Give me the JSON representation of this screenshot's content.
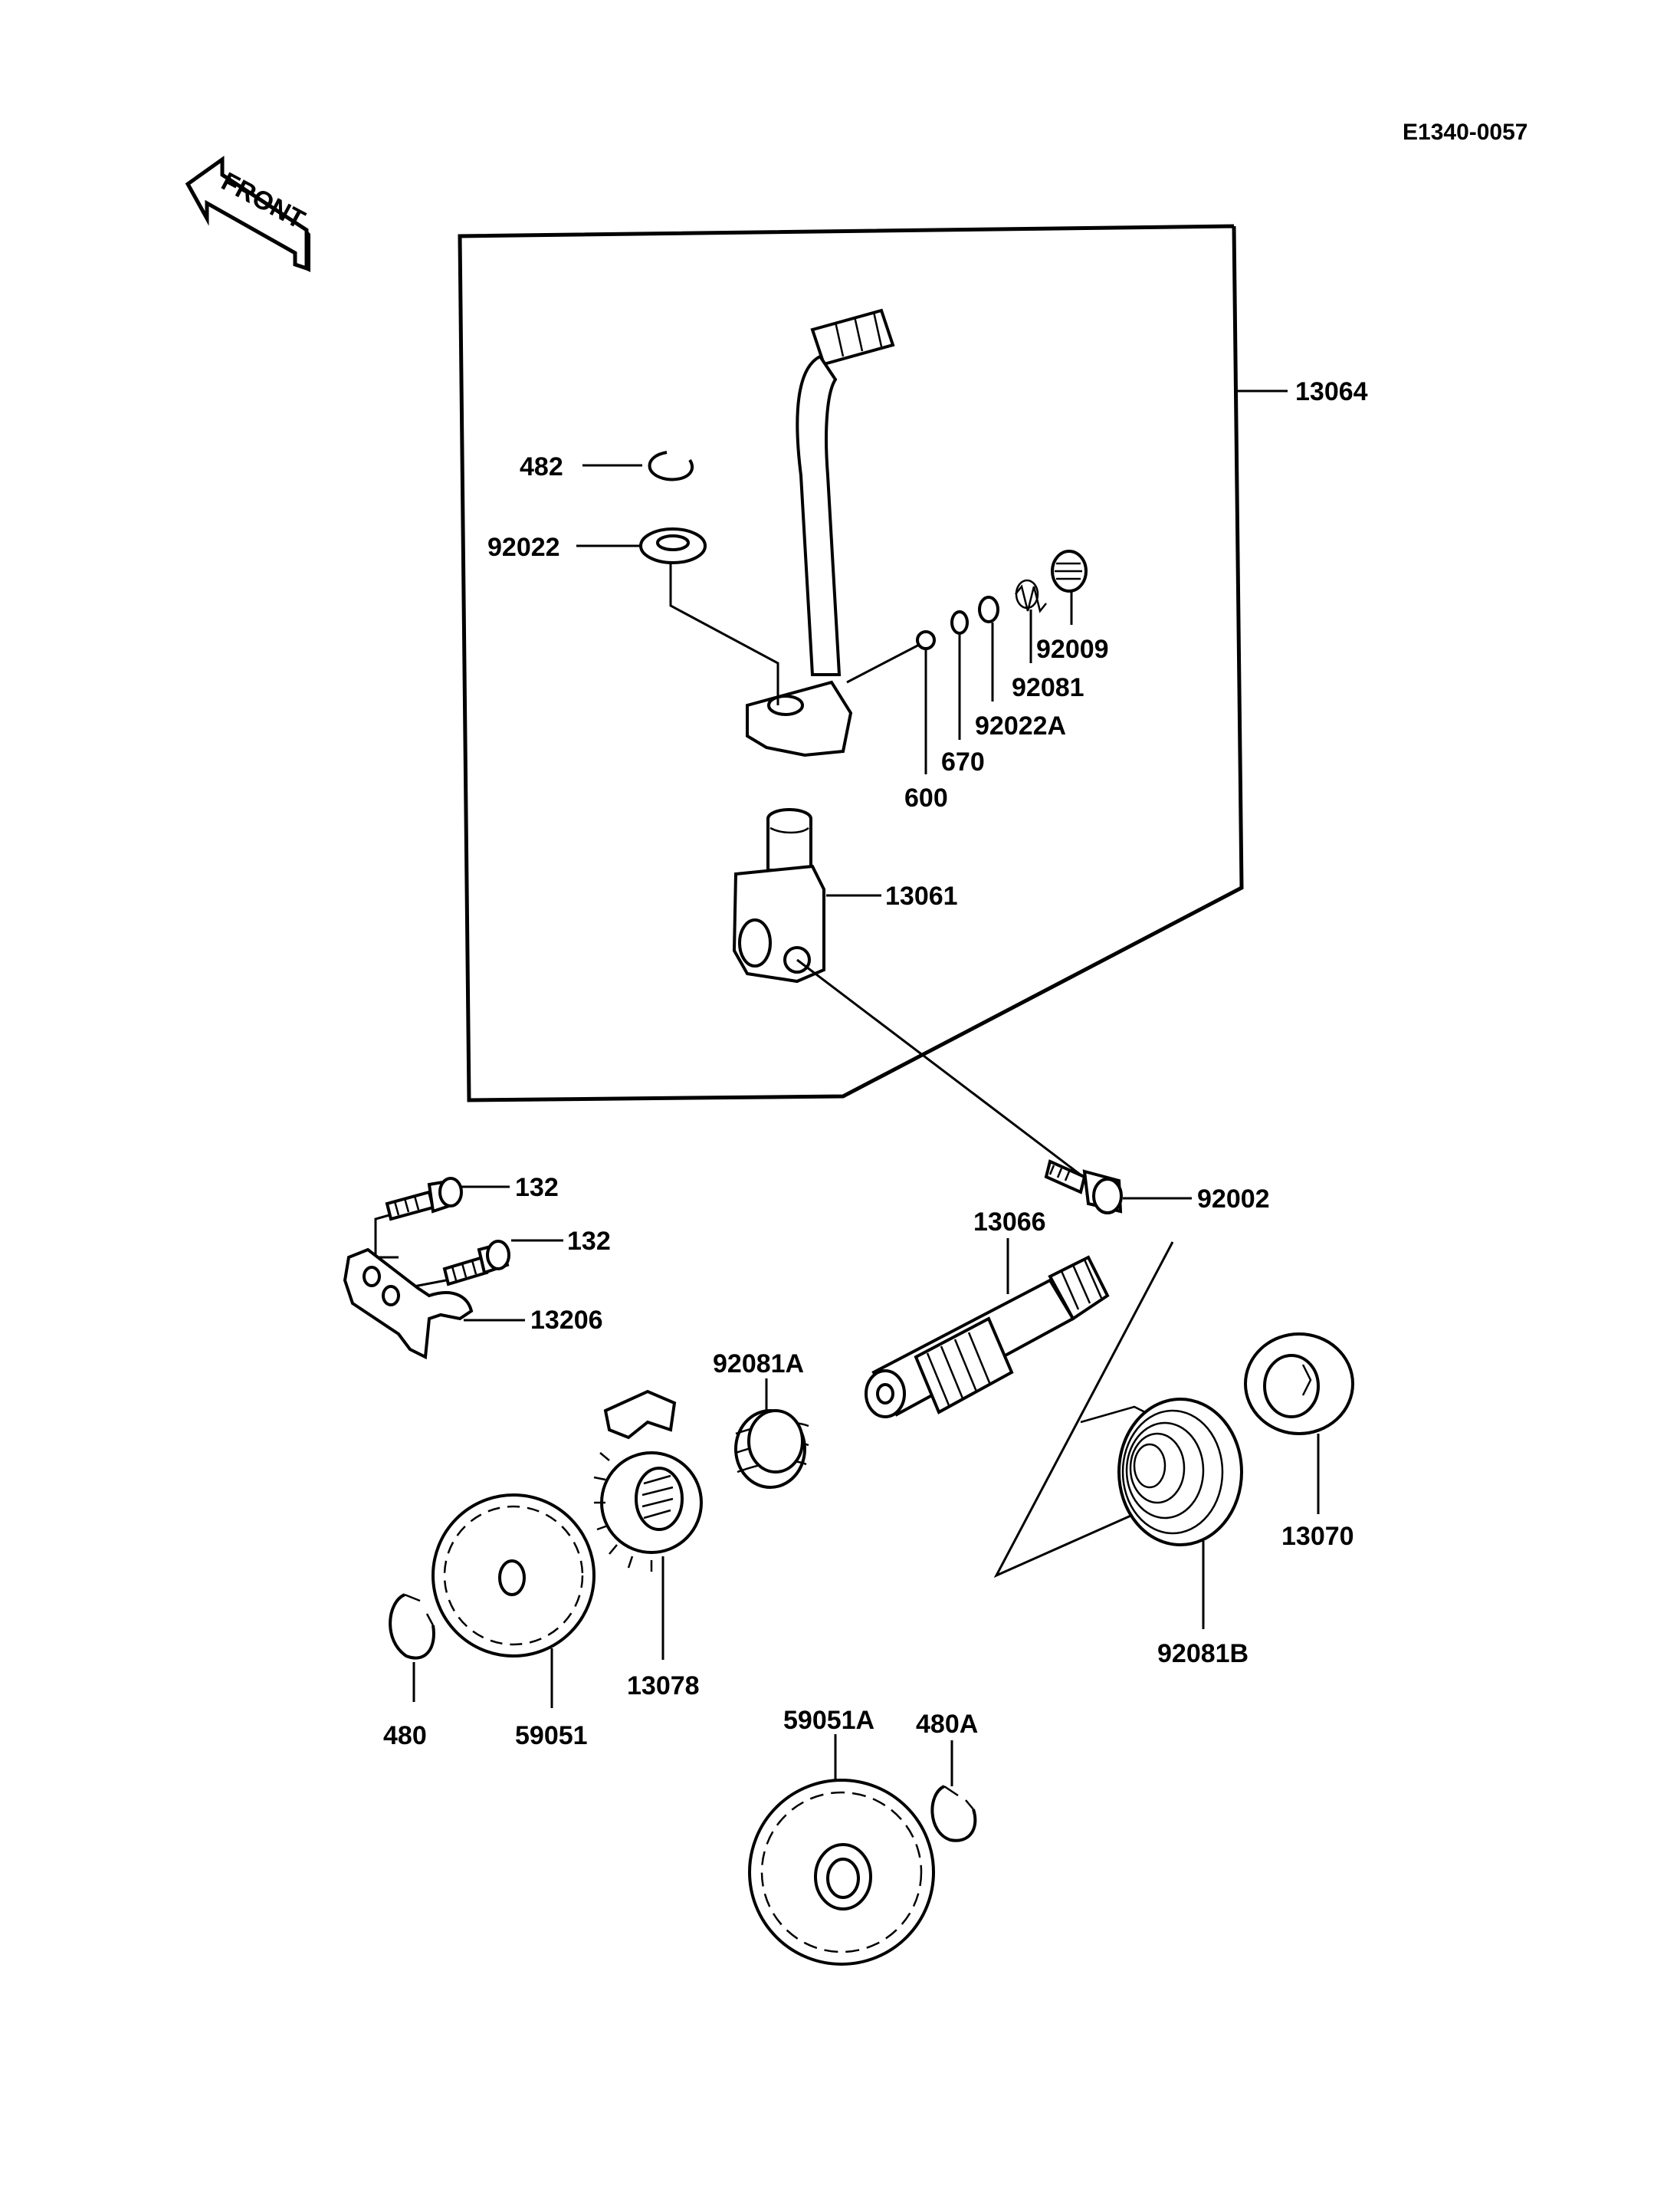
{
  "diagram_code": "E1340-0057",
  "front_label": "FRONT",
  "parts": {
    "p13064": "13064",
    "p482": "482",
    "p92022": "92022",
    "p92009": "92009",
    "p92081": "92081",
    "p92022A": "92022A",
    "p670": "670",
    "p600": "600",
    "p13061": "13061",
    "p92002": "92002",
    "p132a": "132",
    "p132b": "132",
    "p13206": "13206",
    "p13066": "13066",
    "p92081A": "92081A",
    "p13070": "13070",
    "p92081B": "92081B",
    "p13078": "13078",
    "p480": "480",
    "p59051": "59051",
    "p59051A": "59051A",
    "p480A": "480A"
  },
  "colors": {
    "ink": "#000000",
    "paper": "#ffffff"
  }
}
